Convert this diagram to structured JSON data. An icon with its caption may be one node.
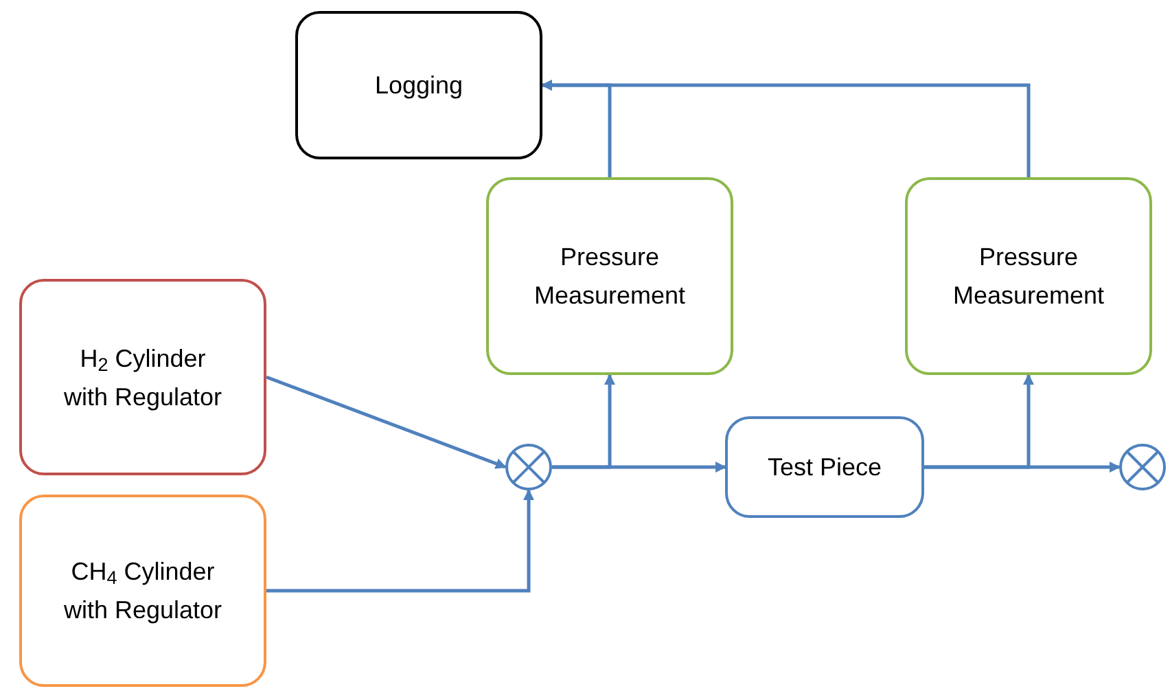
{
  "diagram": {
    "nodes": [
      {
        "text": [
          "Logging"
        ]
      },
      {
        "text": [
          "Pressure Measurement"
        ]
      },
      {
        "text": [
          "Pressure Measurement"
        ]
      },
      {
        "text": [
          "H$_{2}$ Cylinder with Regulator"
        ]
      },
      {
        "text": [
          "CH$_{4}$ Cylinder with Regulator"
        ]
      },
      {
        "text": [],
        "shape": "circle"
      },
      {
        "text": [
          "Test Piece"
        ]
      },
      {
        "text": [],
        "shape": "circle"
      }
    ],
    "edges": [
      {
        "from": 3,
        "to": 5,
        "arrow": "to"
      },
      {
        "from": 4,
        "to": 5,
        "arrow": "to"
      },
      {
        "from": 5,
        "to": 6,
        "arrow": "to"
      },
      {
        "from": 5,
        "to": 1,
        "arrow": "to"
      },
      {
        "from": 6,
        "to": 7,
        "arrow": "to"
      },
      {
        "from": 6,
        "to": 2,
        "arrow": "to"
      },
      {
        "from": 1,
        "to": 0,
        "arrow": "to"
      },
      {
        "from": 2,
        "to": 0,
        "arrow": "to"
      }
    ]
  }
}
